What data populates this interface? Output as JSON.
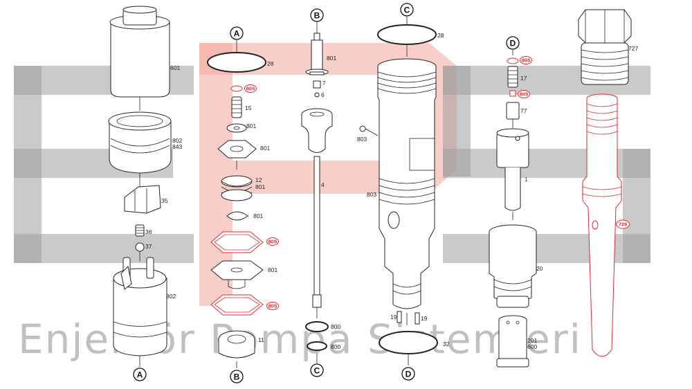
{
  "watermark": {
    "brand_text": "Enjektör Pompa Sistemleri",
    "logo_color": "#9e9e9e",
    "accent_color": "#f2a79a"
  },
  "colors": {
    "line": "#222222",
    "highlight": "#e0252b",
    "blue_label": "#2038c0"
  },
  "markers": {
    "A": "A",
    "B": "B",
    "C": "C",
    "D": "D"
  },
  "labels": {
    "p601": "601",
    "p802a": "802",
    "p843": "843",
    "p35": "35",
    "p36": "36",
    "p37": "37",
    "p802b": "802",
    "p28a": "28",
    "p805a": "805",
    "p15": "15",
    "p801a": "801",
    "p801b": "801",
    "p12": "12",
    "p801c": "801",
    "p801d": "801",
    "p805b": "805",
    "p801e": "801",
    "p805c": "805",
    "p11": "11",
    "p801f": "801",
    "p7": "7",
    "p6": "6",
    "p4": "4",
    "p800a": "800",
    "p800b": "800",
    "p28b": "28",
    "p803a": "803",
    "p803b": "803",
    "p19a": "19",
    "p19b": "19",
    "p32": "32",
    "p805d": "805",
    "p17": "17",
    "p805e": "805",
    "p77": "77",
    "p1": "1",
    "p20": "20",
    "p201": "201",
    "p600": "600",
    "p727": "727",
    "p726": "726"
  }
}
